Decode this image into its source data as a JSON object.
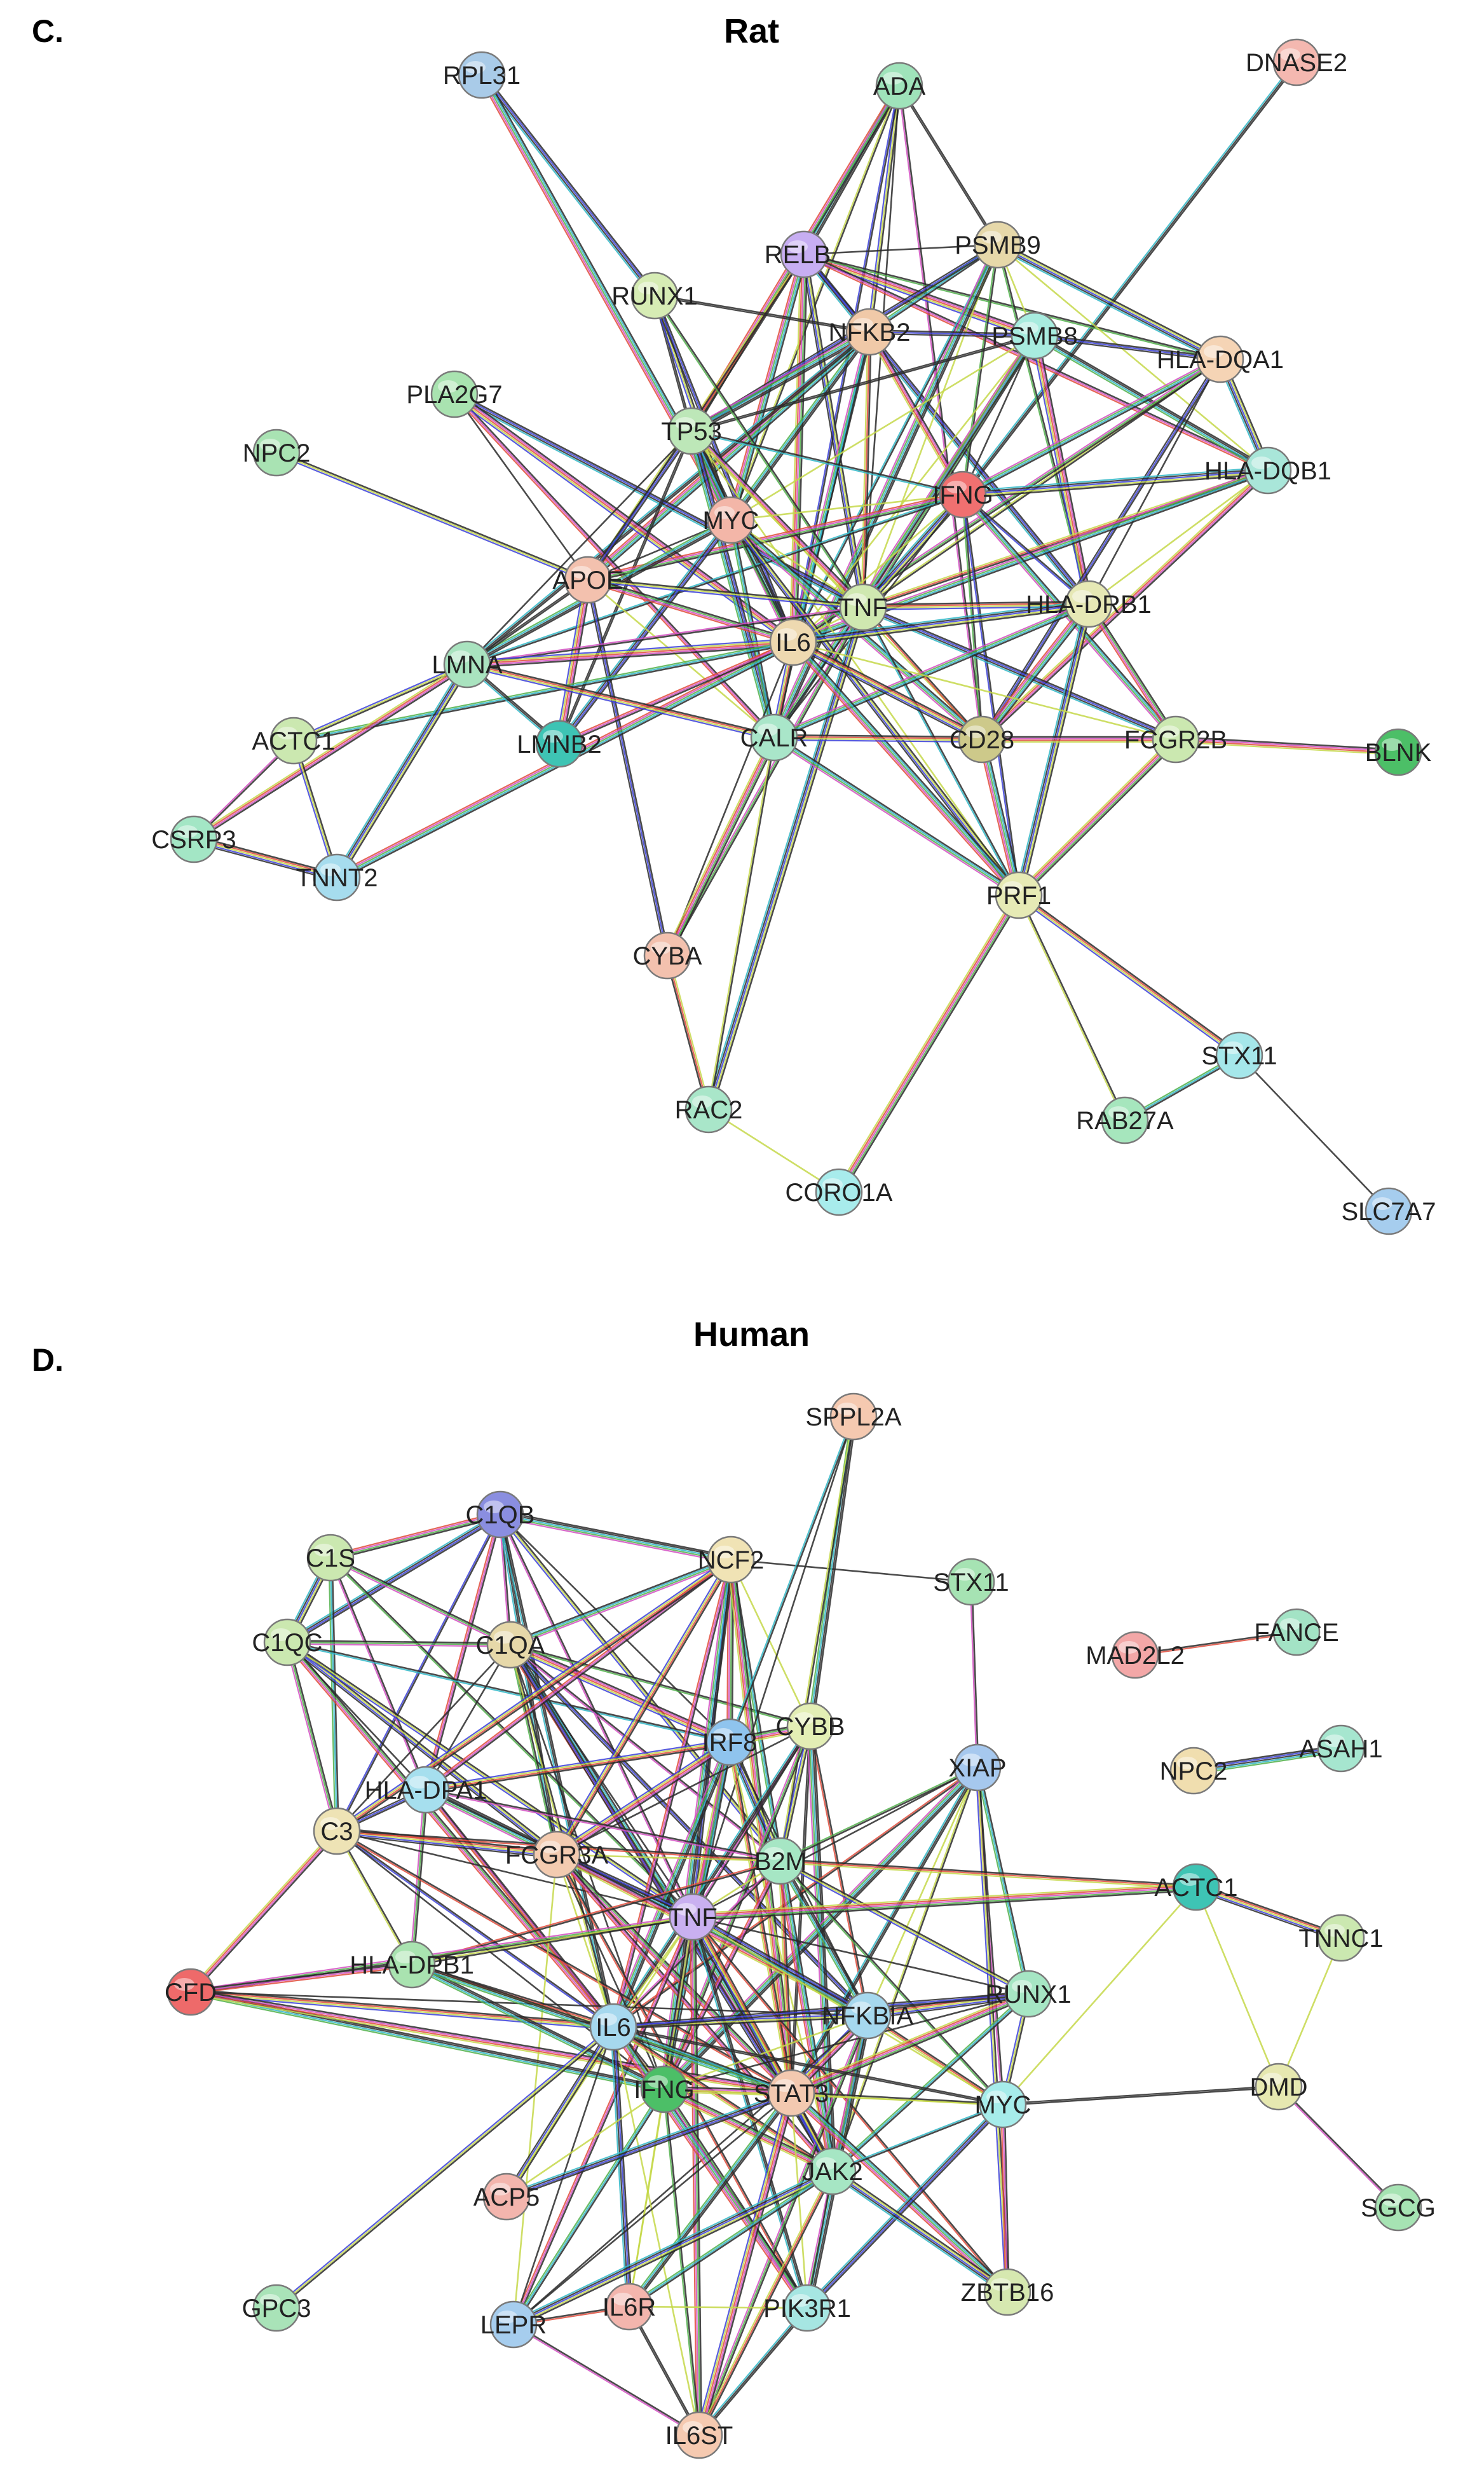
{
  "panels": [
    {
      "id": "C",
      "letter": "C.",
      "title": "Rat",
      "nodes": [
        {
          "name": "RPL31",
          "color": "#a9cbe8"
        },
        {
          "name": "ADA",
          "color": "#9fe3ba"
        },
        {
          "name": "DNASE2",
          "color": "#f4b8b0"
        },
        {
          "name": "RELB",
          "color": "#c7aef2"
        },
        {
          "name": "PSMB9",
          "color": "#e6d8a9"
        },
        {
          "name": "RUNX1",
          "color": "#d6ecb4"
        },
        {
          "name": "NFKB2",
          "color": "#f0c9a8"
        },
        {
          "name": "PSMB8",
          "color": "#a8ecdf"
        },
        {
          "name": "HLA-DQA1",
          "color": "#f5d4b5"
        },
        {
          "name": "PLA2G7",
          "color": "#a9e3b0"
        },
        {
          "name": "TP53",
          "color": "#bde7b8"
        },
        {
          "name": "NPC2",
          "color": "#a9e3b3"
        },
        {
          "name": "IFNG",
          "color": "#f07070"
        },
        {
          "name": "HLA-DQB1",
          "color": "#a9e6d9"
        },
        {
          "name": "MYC",
          "color": "#f3b6a8"
        },
        {
          "name": "APOE",
          "color": "#f3c1ae"
        },
        {
          "name": "TNF",
          "color": "#cfe8b0"
        },
        {
          "name": "HLA-DRB1",
          "color": "#e6e8b5"
        },
        {
          "name": "IL6",
          "color": "#eed9b0"
        },
        {
          "name": "LMNA",
          "color": "#a9e3bf"
        },
        {
          "name": "ACTC1",
          "color": "#cbe8b0"
        },
        {
          "name": "LMNB2",
          "color": "#3ec4b4"
        },
        {
          "name": "CALR",
          "color": "#a9e6c9"
        },
        {
          "name": "CD28",
          "color": "#cdc98a"
        },
        {
          "name": "FCGR2B",
          "color": "#cbe8b0"
        },
        {
          "name": "BLNK",
          "color": "#4cbf67"
        },
        {
          "name": "CSRP3",
          "color": "#a3e6c5"
        },
        {
          "name": "TNNT2",
          "color": "#a6dcee"
        },
        {
          "name": "PRF1",
          "color": "#e6eab5"
        },
        {
          "name": "CYBA",
          "color": "#f3c1ae"
        },
        {
          "name": "STX11",
          "color": "#a5e7ea"
        },
        {
          "name": "RAC2",
          "color": "#a9e6c9"
        },
        {
          "name": "RAB27A",
          "color": "#a6e6bd"
        },
        {
          "name": "CORO1A",
          "color": "#a8ecec"
        },
        {
          "name": "SLC7A7",
          "color": "#a6cdee"
        }
      ]
    },
    {
      "id": "D",
      "letter": "D.",
      "title": "Human",
      "nodes": [
        {
          "name": "SPPL2A",
          "color": "#f5c9b0"
        },
        {
          "name": "C1QB",
          "color": "#8a8ee0"
        },
        {
          "name": "C1S",
          "color": "#cbe8b0"
        },
        {
          "name": "NCF2",
          "color": "#f0e3b5"
        },
        {
          "name": "STX11",
          "color": "#a6e3b3"
        },
        {
          "name": "FANCE",
          "color": "#a3e3c5"
        },
        {
          "name": "MAD2L2",
          "color": "#f3a7a7"
        },
        {
          "name": "C1QC",
          "color": "#cbe8b0"
        },
        {
          "name": "C1QA",
          "color": "#e6d8a9"
        },
        {
          "name": "ASAH1",
          "color": "#a6e6cf"
        },
        {
          "name": "IRF8",
          "color": "#8fc4ee"
        },
        {
          "name": "CYBB",
          "color": "#e3eeb5"
        },
        {
          "name": "XIAP",
          "color": "#a6c8ee"
        },
        {
          "name": "NPC2",
          "color": "#f0deaf"
        },
        {
          "name": "HLA-DPA1",
          "color": "#a6dfee"
        },
        {
          "name": "C3",
          "color": "#eee3b5"
        },
        {
          "name": "FCGR3A",
          "color": "#f3cbb0"
        },
        {
          "name": "B2M",
          "color": "#a6e6c4"
        },
        {
          "name": "ACTC1",
          "color": "#3ec4b4"
        },
        {
          "name": "TNF",
          "color": "#c9b0f0"
        },
        {
          "name": "TNNC1",
          "color": "#cbe8b0"
        },
        {
          "name": "CFD",
          "color": "#ee6a6a"
        },
        {
          "name": "HLA-DPB1",
          "color": "#a9e3b0"
        },
        {
          "name": "NFKBIA",
          "color": "#a6d8ee"
        },
        {
          "name": "RUNX1",
          "color": "#a6e6c4"
        },
        {
          "name": "IL6",
          "color": "#a6d8ee"
        },
        {
          "name": "IFNG",
          "color": "#4cbf67"
        },
        {
          "name": "STAT3",
          "color": "#f3c9b0"
        },
        {
          "name": "MYC",
          "color": "#a6ecea"
        },
        {
          "name": "DMD",
          "color": "#e6e8b0"
        },
        {
          "name": "JAK2",
          "color": "#a6e6c4"
        },
        {
          "name": "ACP5",
          "color": "#f3b5ad"
        },
        {
          "name": "SGCG",
          "color": "#a6e3b3"
        },
        {
          "name": "GPC3",
          "color": "#a9e3b8"
        },
        {
          "name": "ZBTB16",
          "color": "#d6e8b0"
        },
        {
          "name": "LEPR",
          "color": "#a6cdee"
        },
        {
          "name": "IL6R",
          "color": "#f3b5ad"
        },
        {
          "name": "PIK3R1",
          "color": "#a6e6e2"
        },
        {
          "name": "IL6ST",
          "color": "#f5c9b0"
        }
      ]
    }
  ]
}
